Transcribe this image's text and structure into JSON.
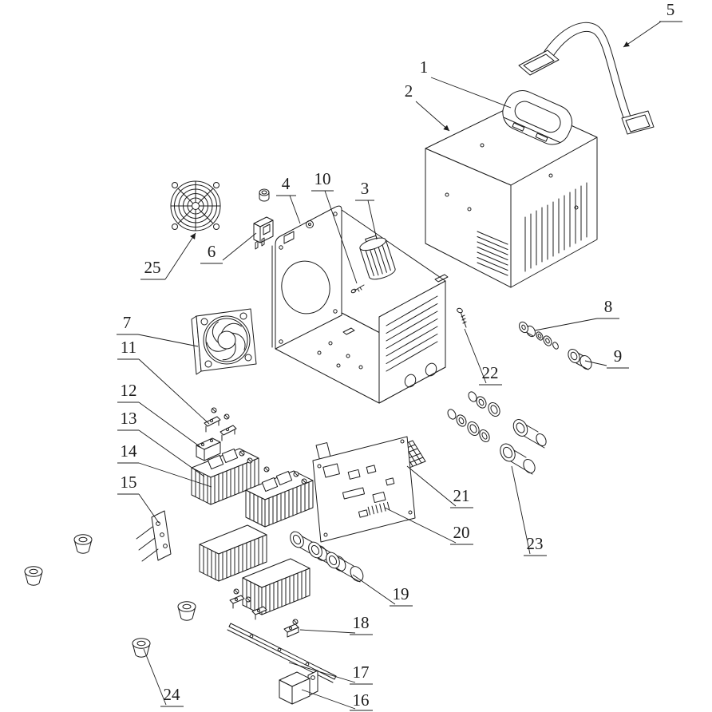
{
  "diagram": {
    "background_color": "#ffffff",
    "line_color": "#1c1c1c",
    "labels": [
      "1",
      "2",
      "3",
      "4",
      "5",
      "6",
      "7",
      "8",
      "9",
      "10",
      "11",
      "12",
      "13",
      "14",
      "15",
      "16",
      "17",
      "18",
      "19",
      "20",
      "21",
      "22",
      "23",
      "24",
      "25"
    ]
  }
}
